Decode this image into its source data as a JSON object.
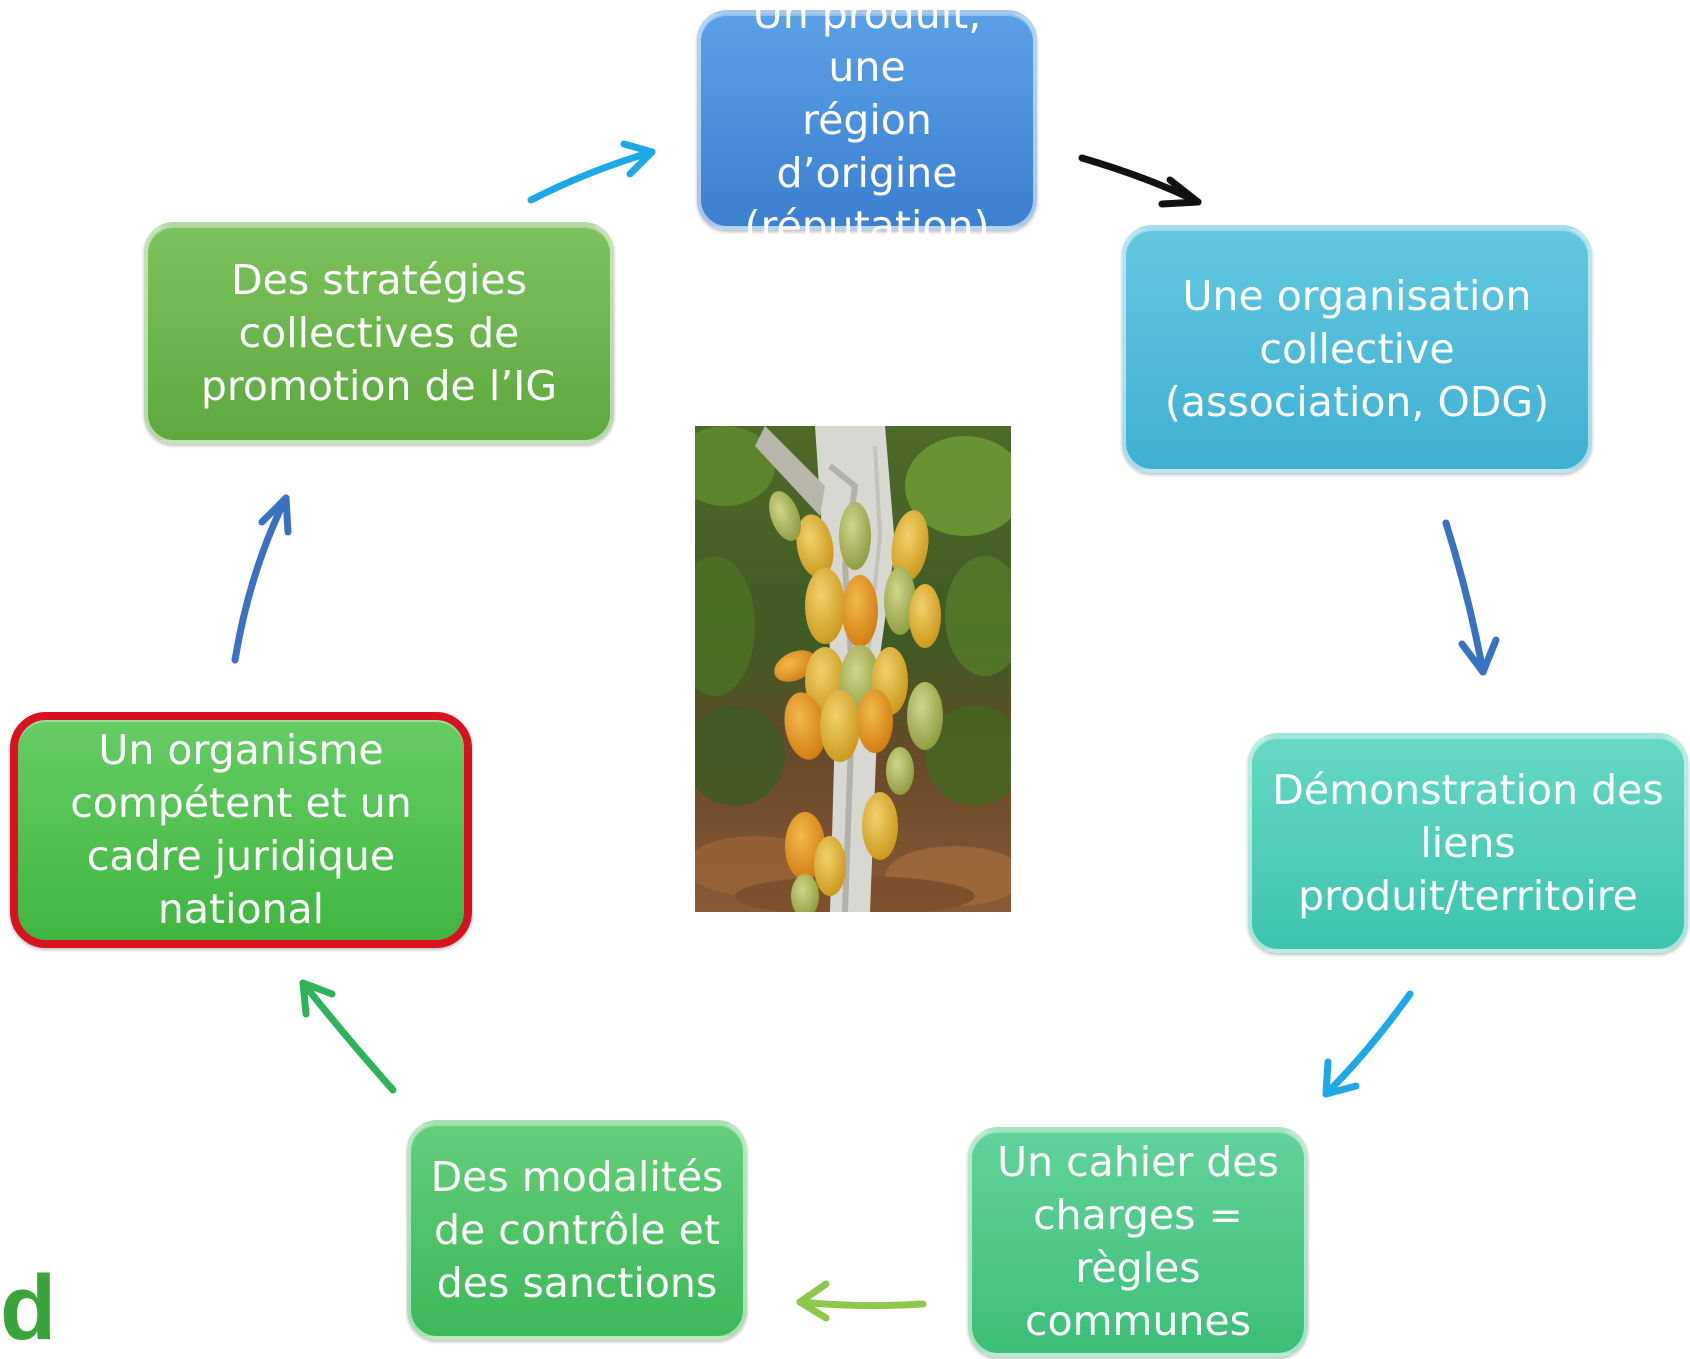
{
  "cycle": {
    "produit": "Un produit, une\nrégion d’origine\n(réputation)",
    "organisation": "Une organisation\ncollective\n(association, ODG)",
    "demonstration": "Démonstration des\nliens\nproduit/territoire",
    "cahier": "Un cahier des\ncharges  =\nrègles\ncommunes",
    "controle": "Des modalités\nde contrôle et\ndes sanctions",
    "organisme": "Un organisme\ncompétent et un\ncadre juridique\nnational",
    "strategies": "Des stratégies\ncollectives de\npromotion de l’IG"
  },
  "logo_fragment": "d",
  "colors": {
    "arrow_black": "#111111",
    "arrow_blue": "#3a72c2",
    "arrow_cyan": "#1ea9e6",
    "arrow_green": "#2eb25a",
    "arrow_light_green": "#8cc84a",
    "highlight_border": "#d8121e"
  },
  "image": {
    "subject": "cacao-tree-photo"
  }
}
